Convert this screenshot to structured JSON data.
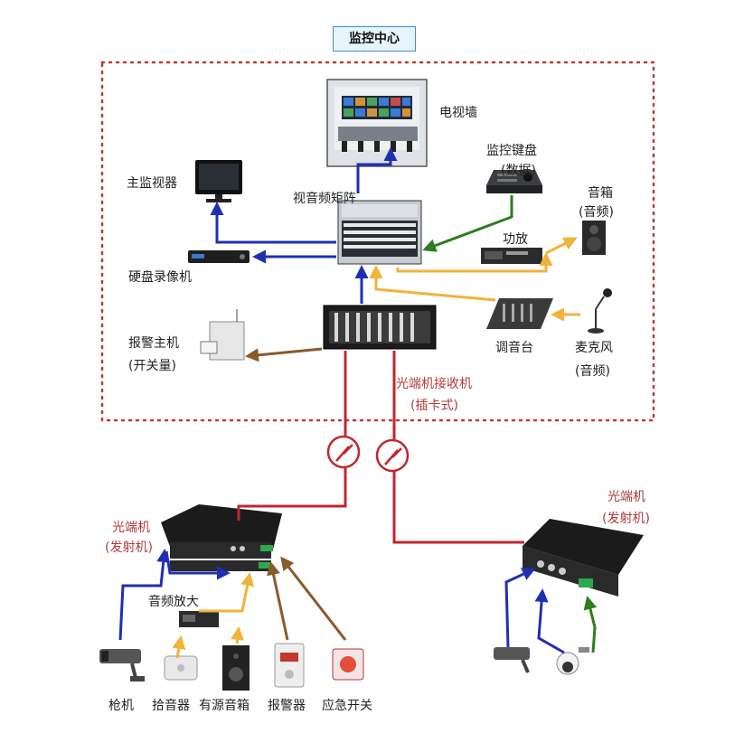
{
  "title": "监控中心",
  "labels": {
    "video_wall": "电视墙",
    "keyboard": "监控键盘",
    "keyboard_sub": "(数据)",
    "main_monitor": "主监视器",
    "matrix": "视音频矩阵",
    "speaker": "音箱",
    "speaker_sub": "(音频)",
    "amplifier": "功放",
    "dvr": "硬盘录像机",
    "alarm_host": "报警主机",
    "alarm_host_sub": "(开关量)",
    "mixer": "调音台",
    "mic": "麦克风",
    "mic_sub": "(音频)",
    "receiver": "光端机接收机",
    "receiver_sub": "(插卡式)",
    "tx_left": "光端机",
    "tx_left_sub": "(发射机)",
    "tx_right": "光端机",
    "tx_right_sub": "(发射机)",
    "audio_amp": "音频放大",
    "gun_camera": "枪机",
    "pickup": "拾音器",
    "active_speaker": "有源音箱",
    "alarm": "报警器",
    "emergency_switch": "应急开关"
  },
  "colors": {
    "video_link": "#1f2fb5",
    "data_link": "#2e7d1e",
    "audio_link": "#f2b33a",
    "switch_link": "#8a5a2b",
    "fiber_link": "#c0272d",
    "boundary": "#c0392b"
  }
}
